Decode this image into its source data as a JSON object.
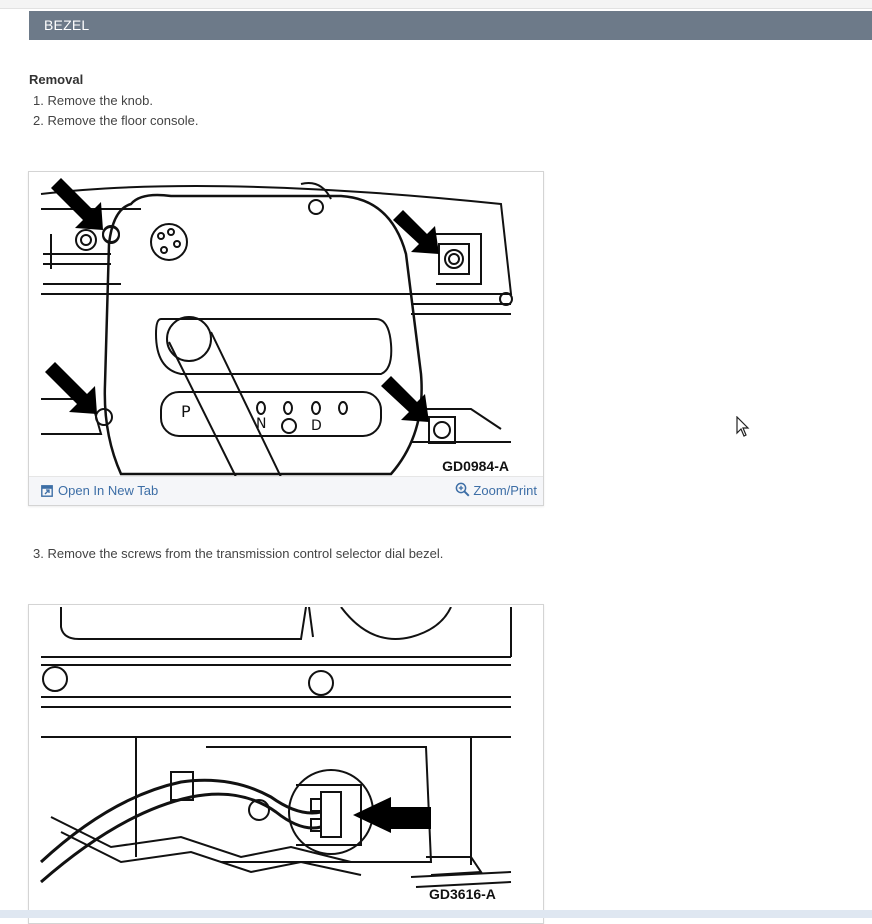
{
  "header": {
    "title": "BEZEL"
  },
  "section": {
    "title": "Removal"
  },
  "steps": [
    "1. Remove the knob.",
    "2. Remove the floor console.",
    "3. Remove the screws from the transmission control selector dial bezel."
  ],
  "figures": [
    {
      "caption": "GD0984-A",
      "open_label": "Open In New Tab",
      "zoom_label": "Zoom/Print"
    },
    {
      "caption": "GD3616-A"
    }
  ],
  "icons": [
    "open-new-tab-icon",
    "zoom-icon",
    "mouse-pointer-icon"
  ],
  "colors": {
    "header_bg": "#6d7a89",
    "link": "#3d6ea6"
  }
}
